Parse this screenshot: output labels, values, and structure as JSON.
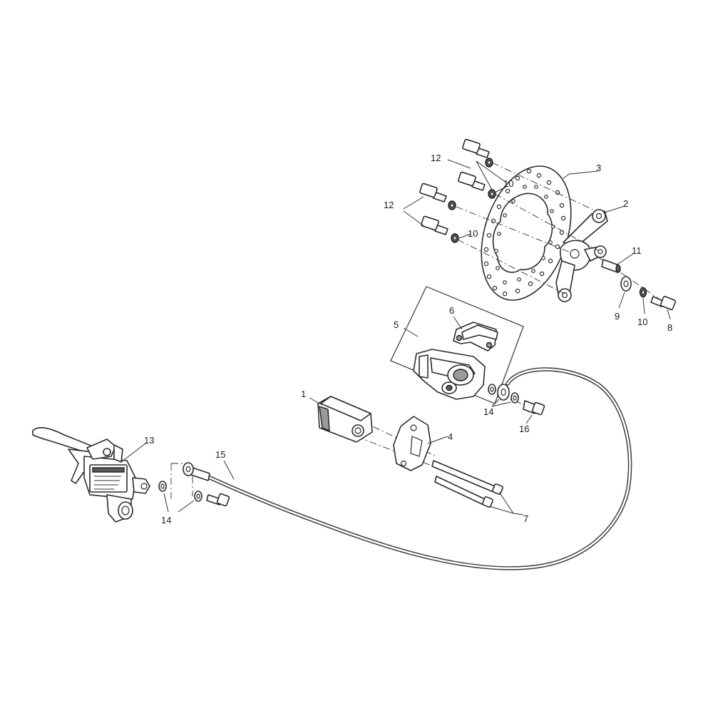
{
  "callouts": [
    {
      "id": "c1",
      "text": "1"
    },
    {
      "id": "c2",
      "text": "2"
    },
    {
      "id": "c3",
      "text": "3"
    },
    {
      "id": "c4",
      "text": "4"
    },
    {
      "id": "c5",
      "text": "5"
    },
    {
      "id": "c6",
      "text": "6"
    },
    {
      "id": "c7",
      "text": "7"
    },
    {
      "id": "c8",
      "text": "8"
    },
    {
      "id": "c9",
      "text": "9"
    },
    {
      "id": "c10a",
      "text": "10"
    },
    {
      "id": "c10b",
      "text": "10"
    },
    {
      "id": "c10c",
      "text": "10"
    },
    {
      "id": "c11",
      "text": "11"
    },
    {
      "id": "c12a",
      "text": "12"
    },
    {
      "id": "c12b",
      "text": "12"
    },
    {
      "id": "c13",
      "text": "13"
    },
    {
      "id": "c14a",
      "text": "14"
    },
    {
      "id": "c14b",
      "text": "14"
    },
    {
      "id": "c15",
      "text": "15"
    },
    {
      "id": "c16",
      "text": "16"
    }
  ]
}
